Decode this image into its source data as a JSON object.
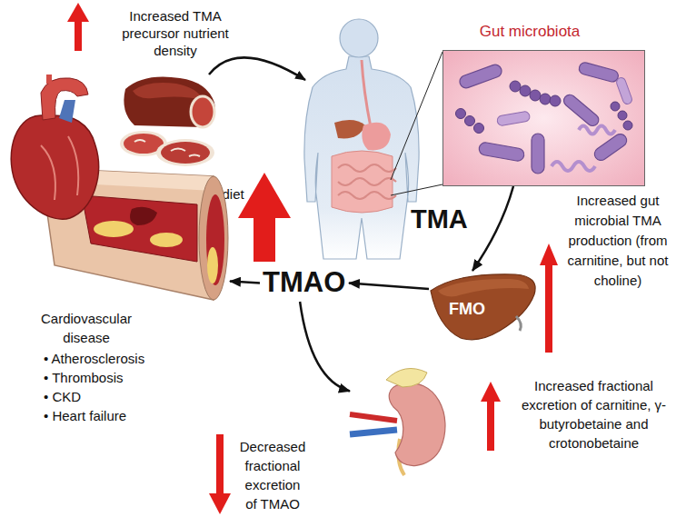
{
  "diagram": {
    "nodes": [
      {
        "text": [
          "Red meat diet"
        ]
      },
      {
        "text": [
          "Gut microbiota"
        ]
      },
      {
        "text": [
          "FMO"
        ]
      },
      {
        "text": [
          "TMAO"
        ]
      },
      {
        "text": [
          "Cardiovascular disease",
          "• Atherosclerosis",
          "• Thrombosis",
          "• CKD",
          "• Heart failure"
        ]
      },
      {
        "text": [
          "Decreased fractional excretion of TMAO",
          "Increased fractional excretion of carnitine, γ-butyrobetaine and crotonobetaine"
        ]
      }
    ],
    "edges": [
      {
        "from": 1,
        "to": 2,
        "arrow": "to",
        "label": "TMA"
      },
      {
        "from": 2,
        "to": 3,
        "arrow": "to"
      },
      {
        "from": 3,
        "to": 4,
        "arrow": "to"
      },
      {
        "from": 3,
        "to": 5,
        "arrow": "to"
      }
    ],
    "labels": [
      "Increased TMA precursor nutrient density",
      "Increased gut microbial TMA production (from carnitine, but not choline)"
    ]
  }
}
